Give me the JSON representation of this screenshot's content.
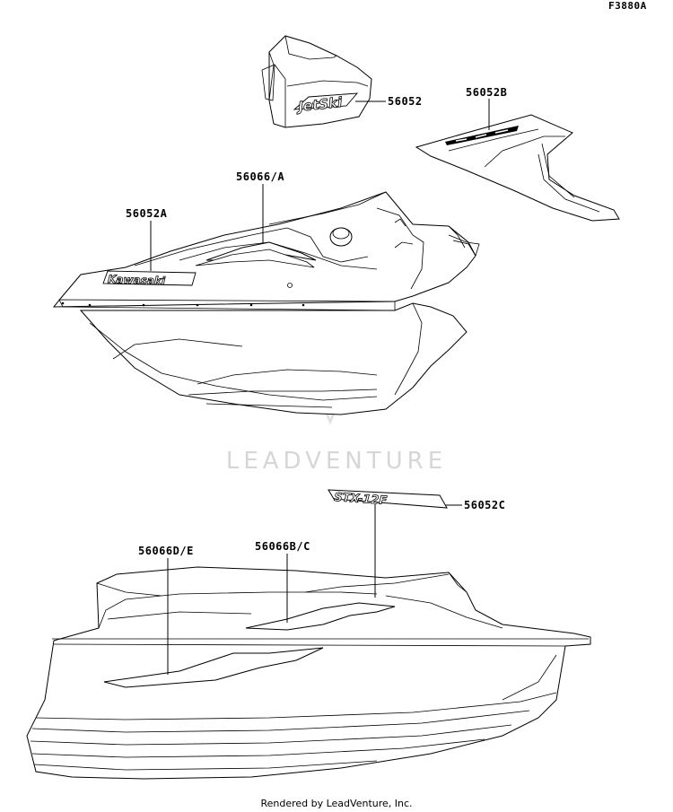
{
  "figure_id": "F3880A",
  "watermark": "LEADVENTURE",
  "footer": "Rendered by LeadVenture, Inc.",
  "decals": {
    "jetski": "JetSki",
    "kawasaki": "Kawasaki",
    "model": "STX-12F"
  },
  "callouts": {
    "c_56052": "56052",
    "c_56052B": "56052B",
    "c_56066A": "56066/A",
    "c_56052A": "56052A",
    "c_56052C": "56052C",
    "c_56066BC": "56066B/C",
    "c_56066DE": "56066D/E"
  }
}
